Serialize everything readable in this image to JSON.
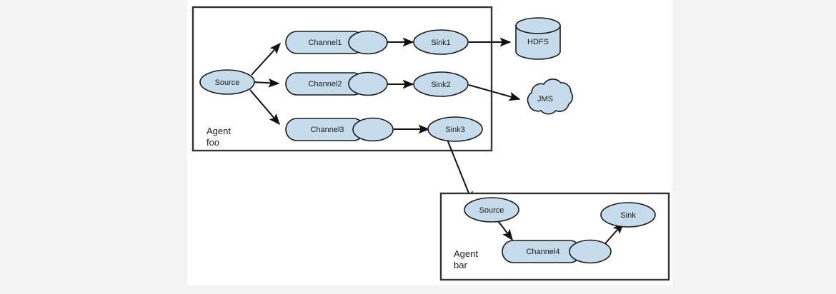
{
  "page": {
    "background_color": "#f4f4f4",
    "sheet_color": "#ffffff",
    "node_fill_color": "#c6dcec",
    "stroke_color": "#1a1a1a"
  },
  "diagram": {
    "type": "flow-architecture",
    "title": "",
    "agents": [
      {
        "id": "agent-foo",
        "label_line1": "Agent",
        "label_line2": "foo",
        "source": {
          "label": "Source"
        },
        "channels": [
          {
            "label": "Channel1"
          },
          {
            "label": "Channel2"
          },
          {
            "label": "Channel3"
          }
        ],
        "sinks": [
          {
            "label": "Sink1"
          },
          {
            "label": "Sink2"
          },
          {
            "label": "Sink3"
          }
        ]
      },
      {
        "id": "agent-bar",
        "label_line1": "Agent",
        "label_line2": "bar",
        "source": {
          "label": "Source"
        },
        "channels": [
          {
            "label": "Channel4"
          }
        ],
        "sinks": [
          {
            "label": "Sink"
          }
        ]
      }
    ],
    "external_systems": [
      {
        "id": "hdfs",
        "label": "HDFS",
        "shape": "cylinder"
      },
      {
        "id": "jms",
        "label": "JMS",
        "shape": "cloud"
      }
    ],
    "connections": [
      {
        "from": "Source",
        "to": "Channel1"
      },
      {
        "from": "Source",
        "to": "Channel2"
      },
      {
        "from": "Source",
        "to": "Channel3"
      },
      {
        "from": "Channel1",
        "to": "Sink1"
      },
      {
        "from": "Channel2",
        "to": "Sink2"
      },
      {
        "from": "Channel3",
        "to": "Sink3"
      },
      {
        "from": "Sink1",
        "to": "HDFS"
      },
      {
        "from": "Sink2",
        "to": "JMS"
      },
      {
        "from": "Sink3",
        "to": "Source (Agent bar)"
      },
      {
        "from": "Source (Agent bar)",
        "to": "Channel4"
      },
      {
        "from": "Channel4",
        "to": "Sink"
      }
    ]
  }
}
